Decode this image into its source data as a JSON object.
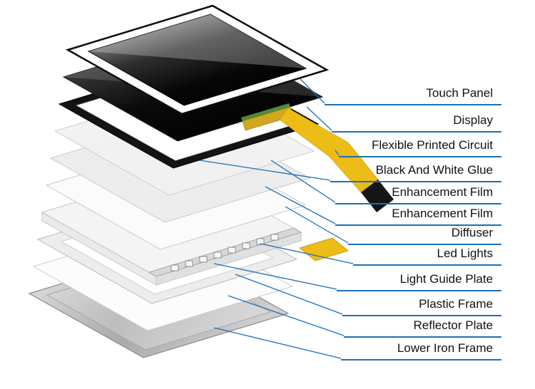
{
  "diagram": {
    "accent_color": "#1b6fb8",
    "labels": [
      "Touch Panel",
      "Display",
      "Flexible Printed Circuit",
      "Black And White Glue",
      "Enhancement Film",
      "Enhancement Film",
      "Diffuser",
      "Led Lights",
      "Light Guide Plate",
      "Plastic Frame",
      "Reflector Plate",
      "Lower Iron Frame"
    ]
  }
}
